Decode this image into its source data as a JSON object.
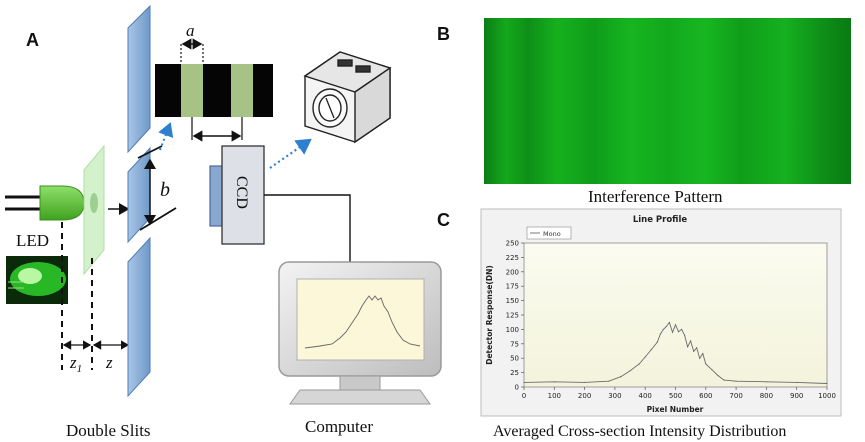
{
  "panel_labels": {
    "a": "A",
    "b": "B",
    "c": "C"
  },
  "setup": {
    "led_label": "LED",
    "slit_width_symbol": "a",
    "slit_spacing_symbol": "b",
    "distance_z1": "z",
    "distance_z1_sub": "1",
    "distance_z": "z",
    "ccd_label": "CCD",
    "double_slits_caption": "Double Slits",
    "computer_caption": "Computer"
  },
  "interference": {
    "caption": "Interference Pattern",
    "color": "#10b010"
  },
  "chart_data": {
    "type": "line",
    "title": "Line Profile",
    "xlabel": "Pixel Number",
    "ylabel": "Detector Response(DN)",
    "caption": "Averaged Cross-section Intensity Distribution",
    "xlim": [
      0,
      1000
    ],
    "ylim": [
      0,
      250
    ],
    "xticks": [
      0,
      100,
      200,
      300,
      400,
      500,
      600,
      700,
      800,
      900,
      1000
    ],
    "yticks": [
      0,
      25,
      50,
      75,
      100,
      125,
      150,
      175,
      200,
      225,
      250
    ],
    "series": [
      {
        "name": "Mono",
        "x": [
          0,
          100,
          200,
          280,
          320,
          350,
          380,
          400,
          420,
          440,
          450,
          460,
          470,
          480,
          490,
          500,
          510,
          520,
          530,
          540,
          550,
          560,
          570,
          580,
          590,
          600,
          620,
          640,
          660,
          700,
          800,
          900,
          1000
        ],
        "y": [
          8,
          9,
          8,
          10,
          18,
          28,
          40,
          52,
          65,
          78,
          92,
          100,
          105,
          112,
          95,
          108,
          96,
          100,
          90,
          70,
          80,
          62,
          68,
          50,
          58,
          40,
          30,
          20,
          12,
          10,
          9,
          8,
          6
        ]
      }
    ]
  }
}
